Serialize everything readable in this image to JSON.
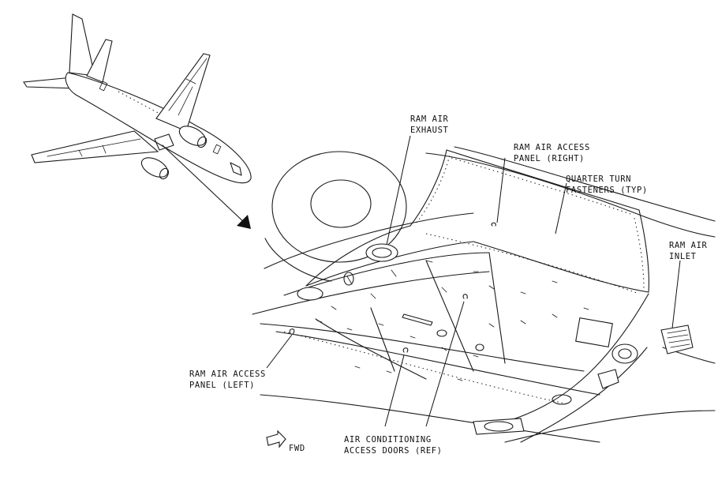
{
  "labels": {
    "ram_air_exhaust": [
      "RAM AIR",
      "EXHAUST"
    ],
    "ram_air_access_panel_right": [
      "RAM AIR ACCESS",
      "PANEL (RIGHT)"
    ],
    "quarter_turn_fasteners": [
      "QUARTER TURN",
      "FASTENERS (TYP)"
    ],
    "ram_air_inlet": [
      "RAM AIR",
      "INLET"
    ],
    "ram_air_access_panel_left": [
      "RAM AIR ACCESS",
      "PANEL (LEFT)"
    ],
    "air_conditioning_access_doors": [
      "AIR CONDITIONING",
      "ACCESS DOORS (REF)"
    ],
    "fwd": "FWD"
  }
}
